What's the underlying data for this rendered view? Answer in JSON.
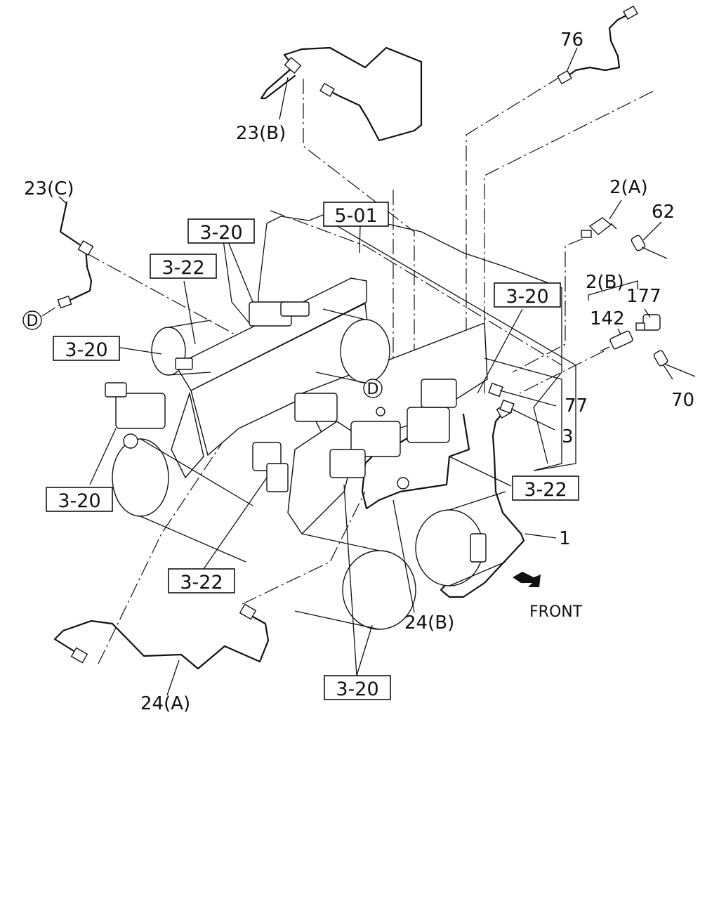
{
  "labels": {
    "p76": "76",
    "p23b": "23(B)",
    "p23c": "23(C)",
    "p2a": "2(A)",
    "p62": "62",
    "p2b": "2(B)",
    "p177": "177",
    "p142": "142",
    "p70": "70",
    "p77": "77",
    "p3": "3",
    "p1": "1",
    "p24b": "24(B)",
    "p24a": "24(A)",
    "front": "FRONT",
    "d": "D"
  },
  "refs": {
    "r320_top": "3-20",
    "r322_top": "3-22",
    "r501": "5-01",
    "r320_left": "3-20",
    "r320_right": "3-20",
    "r322_right": "3-22",
    "r320_lower_left": "3-20",
    "r322_lower": "3-22",
    "r320_bottom": "3-20"
  }
}
